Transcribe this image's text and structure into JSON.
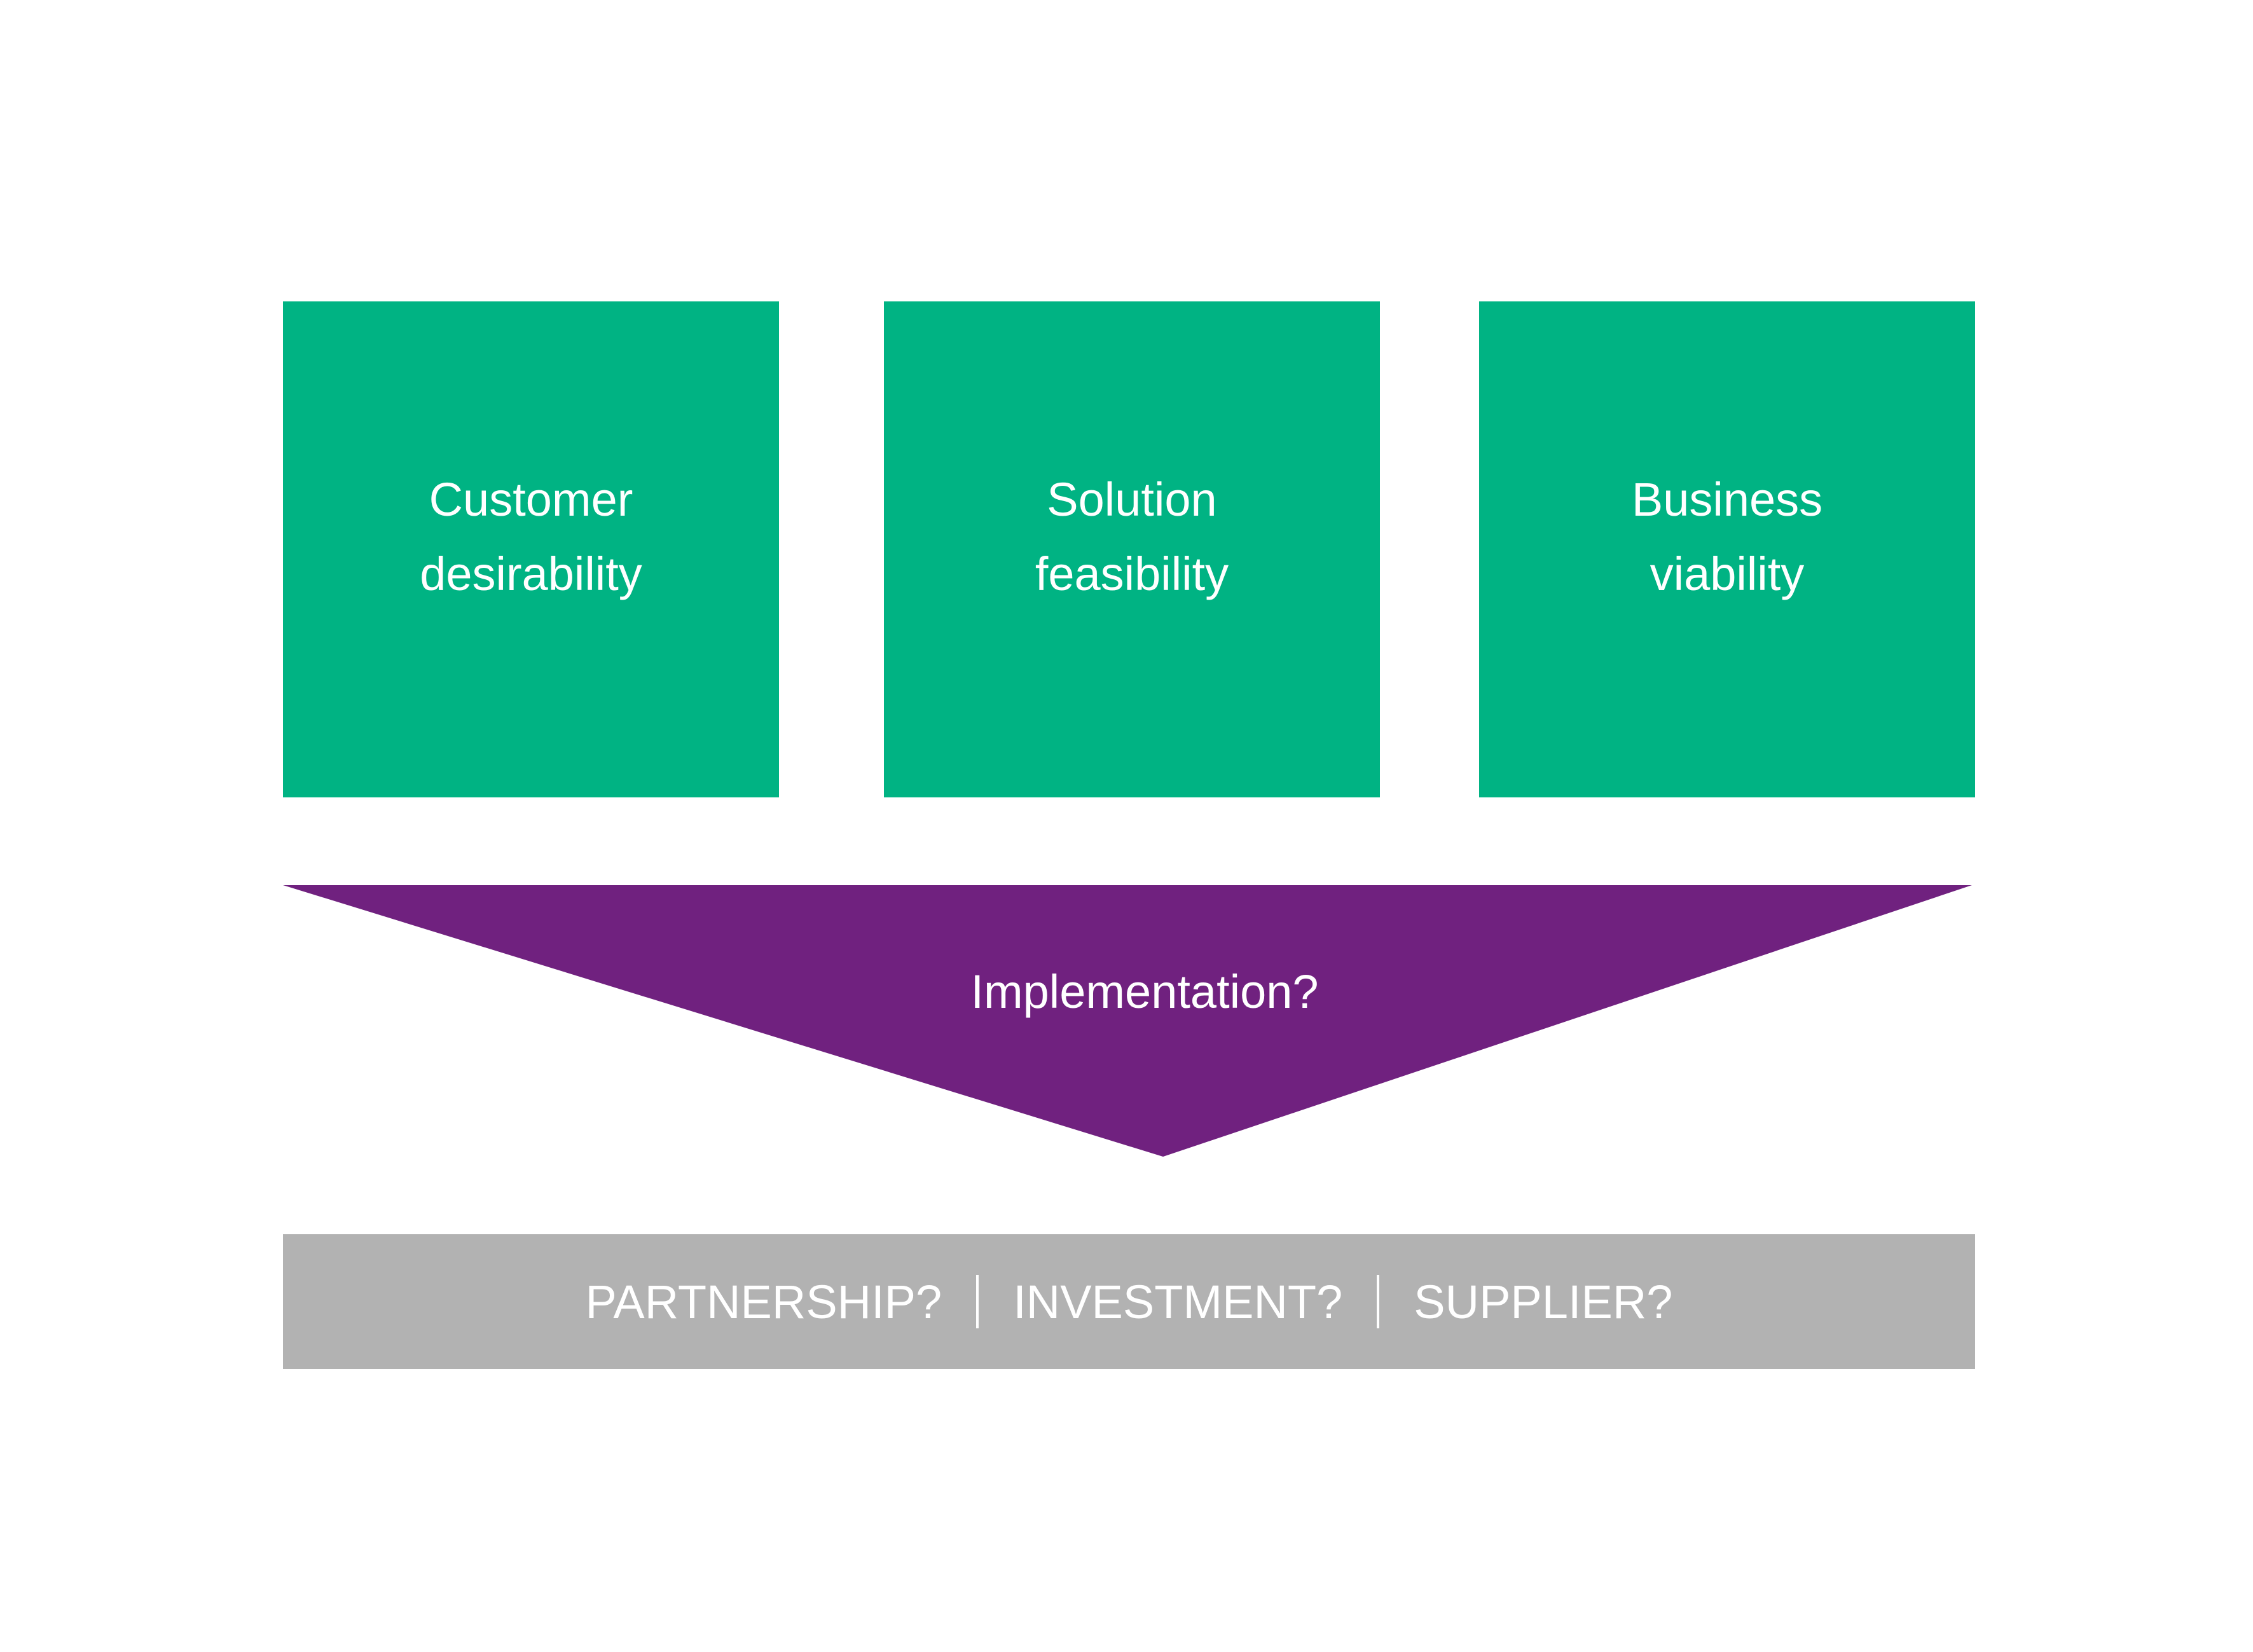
{
  "colors": {
    "criteria_box": "#00b383",
    "funnel": "#70217f",
    "options_bar": "#b2b2b2",
    "text": "#ffffff",
    "background": "#ffffff"
  },
  "criteria": [
    {
      "line1": "Customer",
      "line2": "desirability"
    },
    {
      "line1": "Solution",
      "line2": "feasibility"
    },
    {
      "line1": "Business",
      "line2": "viability"
    }
  ],
  "funnel": {
    "label": "Implementation?"
  },
  "options": [
    "PARTNERSHIP?",
    "INVESTMENT?",
    "SUPPLIER?"
  ]
}
